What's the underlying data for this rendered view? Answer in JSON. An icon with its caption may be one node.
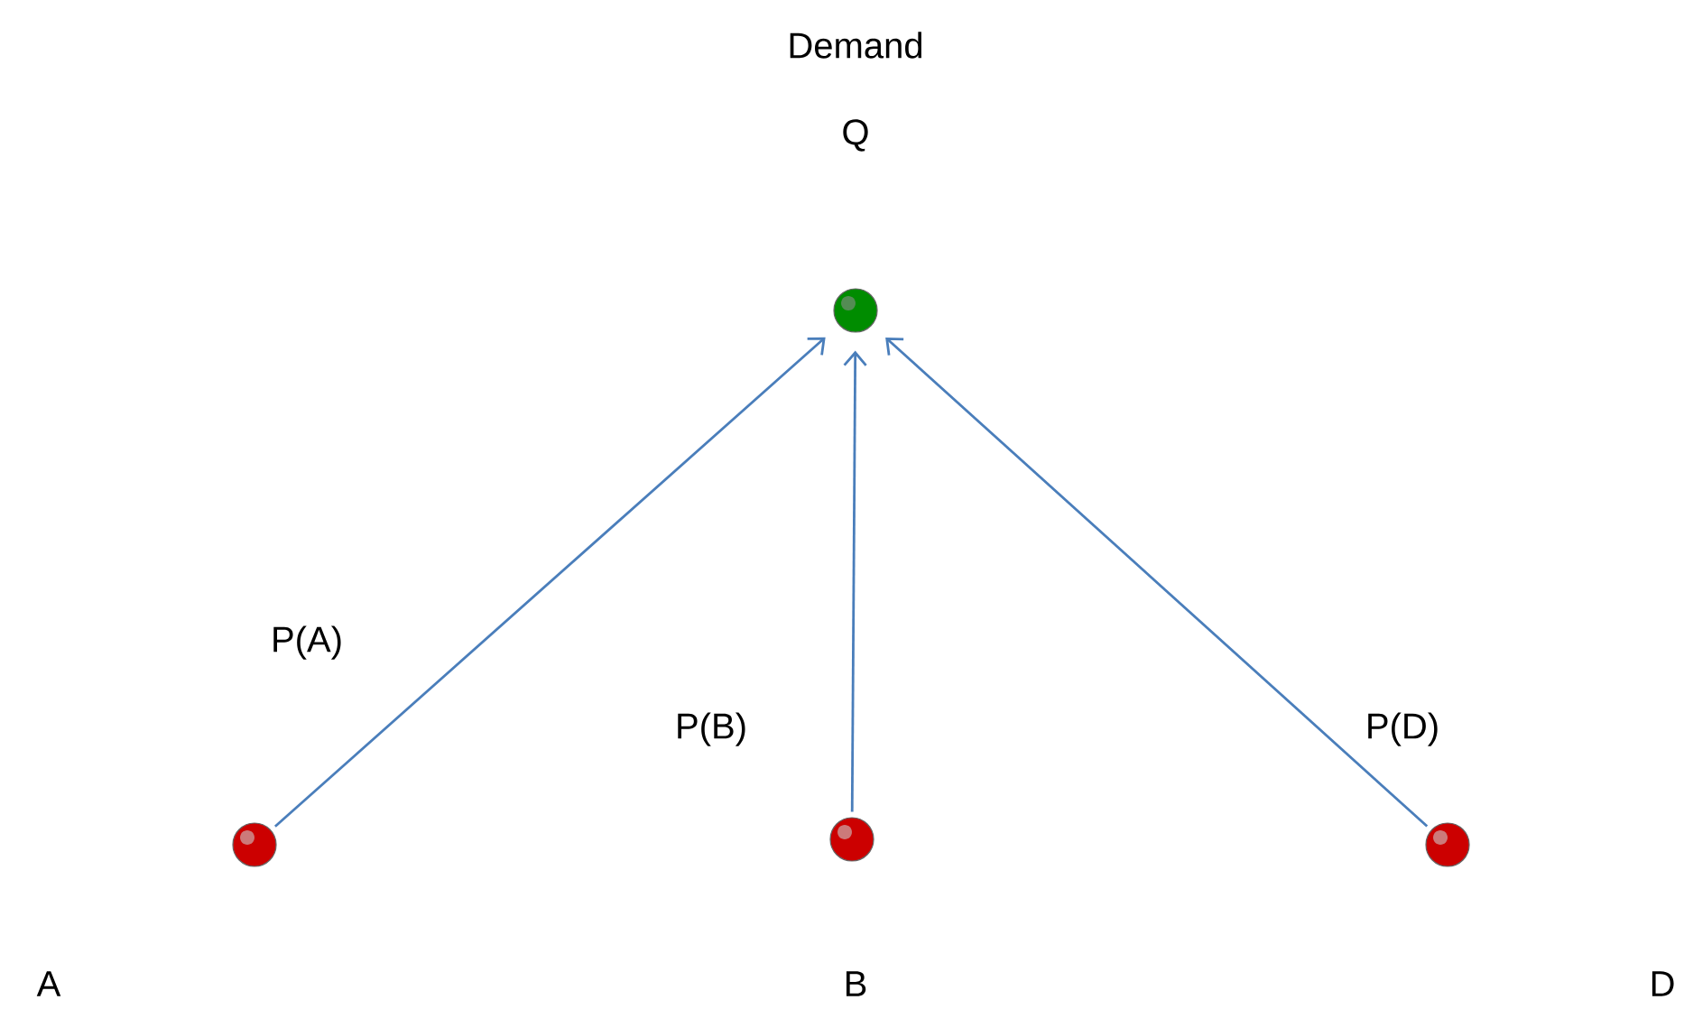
{
  "diagram": {
    "nodes": [
      {
        "text": [],
        "shape": "circle"
      },
      {
        "text": [],
        "shape": "circle"
      },
      {
        "text": [],
        "shape": "circle"
      },
      {
        "text": [],
        "shape": "circle"
      }
    ],
    "edges": [
      {
        "from": 1,
        "to": 0,
        "arrow": "to",
        "label": "P(A)"
      },
      {
        "from": 2,
        "to": 0,
        "arrow": "to",
        "label": "P(B)"
      },
      {
        "from": 3,
        "to": 0,
        "arrow": "to",
        "label": "P(D)"
      }
    ],
    "labels": [
      "Demand",
      "Q",
      "A",
      "B",
      "D"
    ]
  }
}
